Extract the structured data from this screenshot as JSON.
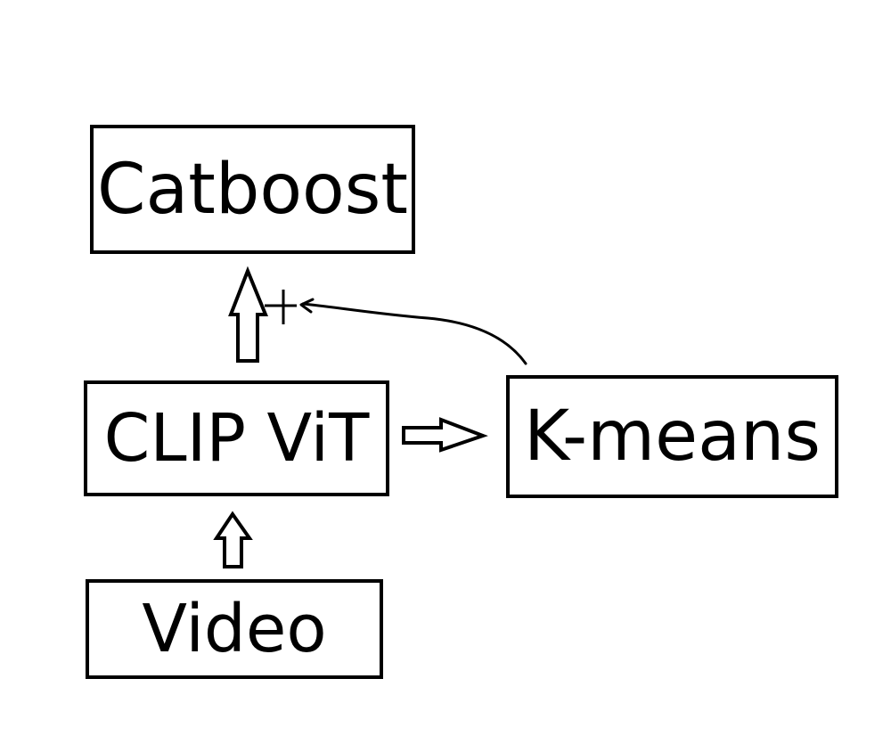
{
  "diagram": {
    "nodes": {
      "catboost": "Catboost",
      "clip_vit": "CLIP ViT",
      "kmeans": "K-means",
      "video": "Video"
    },
    "annotation_plus": "+",
    "edges": [
      {
        "from": "Video",
        "to": "CLIP ViT"
      },
      {
        "from": "CLIP ViT",
        "to": "Catboost"
      },
      {
        "from": "CLIP ViT",
        "to": "K-means"
      },
      {
        "from": "K-means",
        "to": "Catboost"
      }
    ]
  }
}
